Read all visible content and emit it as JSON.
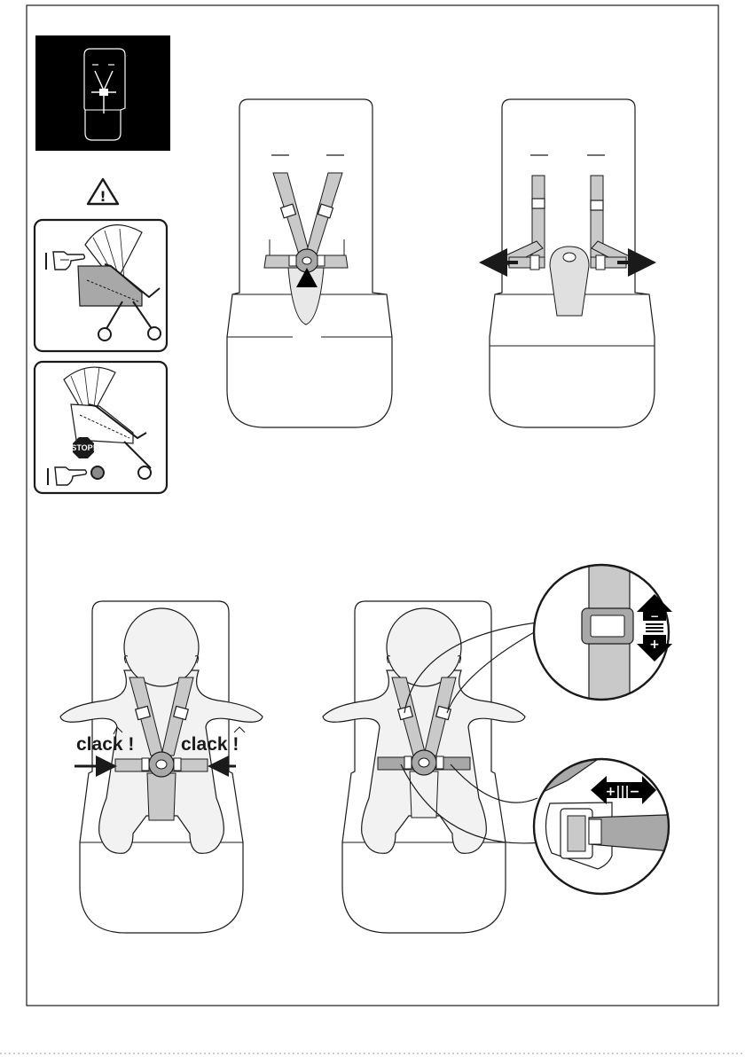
{
  "colors": {
    "ink": "#1a1a1a",
    "strap": "#c9c9c9",
    "strap_dark": "#a8a8a8",
    "body_fill": "#f2f2f2",
    "cushion": "#fafafa",
    "thumb_bg": "#000000"
  },
  "labels": {
    "clack_left": "clack !",
    "clack_right": "clack !",
    "stop": "STOP!",
    "warning_glyph": "!",
    "minus": "−",
    "plus": "+",
    "plus_minus": "+|||−",
    "hand_mark": "I"
  },
  "icons": {
    "warning": "warning-triangle-icon",
    "hand": "pointing-hand-icon",
    "stop": "stop-sign-icon",
    "stroller": "stroller-icon",
    "up_down": "up-down-arrow-icon",
    "left_right": "left-right-arrow-icon"
  }
}
